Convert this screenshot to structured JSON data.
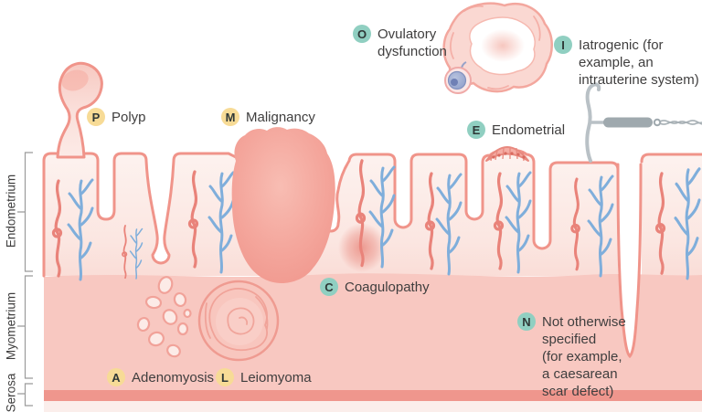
{
  "figure": {
    "kind": "uterine-wall-diagram",
    "layer_labels": {
      "endometrium": "Endometrium",
      "myometrium": "Myometrium",
      "serosa": "Serosa"
    },
    "labels": {
      "polyp": {
        "letter": "P",
        "text": "Polyp",
        "group": "palm"
      },
      "malignancy": {
        "letter": "M",
        "text": "Malignancy",
        "group": "palm"
      },
      "adenomyosis": {
        "letter": "A",
        "text": "Adenomyosis",
        "group": "palm"
      },
      "leiomyoma": {
        "letter": "L",
        "text": "Leiomyoma",
        "group": "palm"
      },
      "coagulopathy": {
        "letter": "C",
        "text": "Coagulopathy",
        "group": "coein"
      },
      "ovulatory": {
        "letter": "O",
        "text": "Ovulatory\ndysfunction",
        "group": "coein"
      },
      "endometrial": {
        "letter": "E",
        "text": "Endometrial",
        "group": "coein"
      },
      "iatrogenic": {
        "letter": "I",
        "text": "Iatrogenic (for\nexample, an\nintrauterine system)",
        "group": "coein"
      },
      "not_otherwise_specified": {
        "letter": "N",
        "text": "Not otherwise\nspecified\n(for example,\na caesarean\nscar defect)",
        "group": "coein"
      }
    },
    "palette": {
      "palm_badge": "#F7DB96",
      "coein_badge": "#90CFC1",
      "badge_letter": "#2F3837",
      "label_text": "#3F3E3E",
      "wall_outline": "#F0948A",
      "endometrium_fill_top": "#FDF2EF",
      "endometrium_fill_bottom": "#FADDD7",
      "myometrium_fill": "#F8C8C1",
      "serosa_fill": "#EF968D",
      "below_serosa_fill": "#FBEEEB",
      "artery_red": "#E9837A",
      "vein_blue": "#7FAEDB",
      "malignancy_fill": "#F29B91",
      "bleed_glow": "#DE4F41",
      "iud_gray": "#9FA9AE",
      "oocyte_blue": "#94A3CC",
      "bracket_gray": "#9B9B9B"
    }
  }
}
